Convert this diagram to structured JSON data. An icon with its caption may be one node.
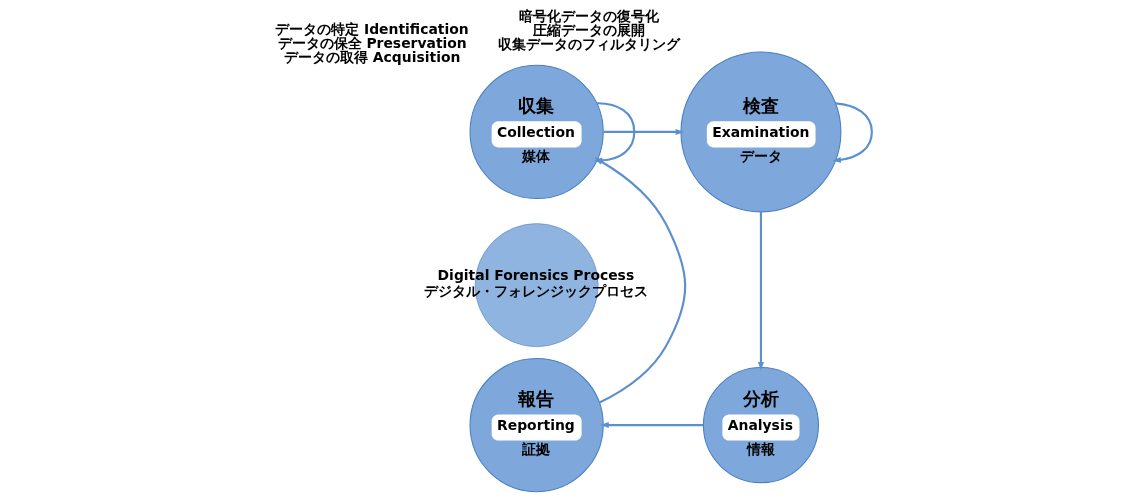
{
  "diagram": {
    "nodes": [
      {
        "text": [
          "収集",
          "Collection",
          "媒体"
        ],
        "beside": [
          "データの特定 Identification",
          "データの保全 Preservation",
          "データの取得 Acquisition"
        ]
      },
      {
        "text": [
          "検査",
          "Examination",
          "データ"
        ],
        "beside": [
          "暗号化データの復号化",
          "圧縮データの展開",
          "収集データのフィルタリング"
        ]
      },
      {
        "text": [
          "分析",
          "Analysis",
          "情報"
        ]
      },
      {
        "text": [
          "報告",
          "Reporting",
          "証拠"
        ]
      },
      {
        "text": [
          "Digital Forensics Process",
          "デジタル・フォレンジックプロセス"
        ]
      }
    ],
    "edges": [
      {
        "from": 0,
        "to": 0,
        "arrow": "to"
      },
      {
        "from": 1,
        "to": 1,
        "arrow": "to"
      },
      {
        "from": 0,
        "to": 1,
        "arrow": "to"
      },
      {
        "from": 1,
        "to": 2,
        "arrow": "to"
      },
      {
        "from": 2,
        "to": 3,
        "arrow": "to"
      },
      {
        "from": 3,
        "to": 0,
        "arrow": "to"
      }
    ]
  }
}
